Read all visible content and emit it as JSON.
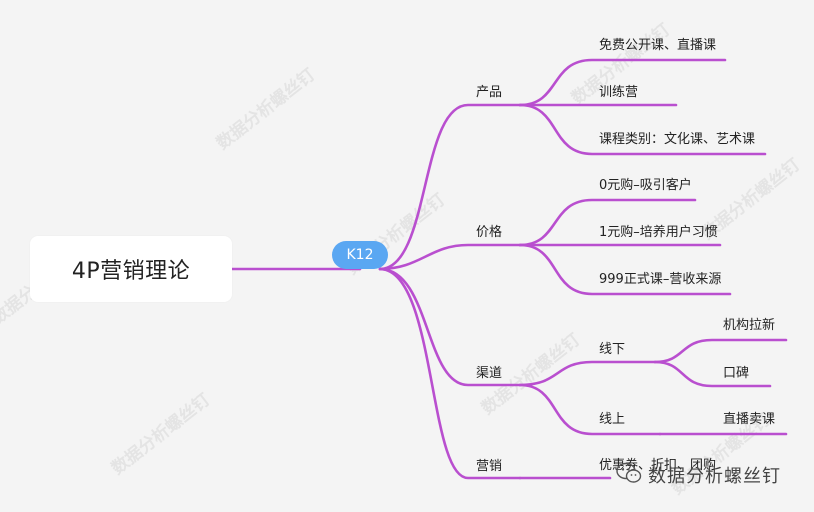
{
  "colors": {
    "background": "#f4f4f4",
    "branch_line": "#b94fcf",
    "hub_fill": "#5aa7f2",
    "root_fill": "#ffffff"
  },
  "root": {
    "label": "4P营销理论"
  },
  "hub": {
    "label": "K12"
  },
  "branches": {
    "product": {
      "label": "产品",
      "items": [
        "免费公开课、直播课",
        "训练营",
        "课程类别：文化课、艺术课"
      ]
    },
    "price": {
      "label": "价格",
      "items": [
        "0元购–吸引客户",
        "1元购–培养用户习惯",
        "999正式课–营收来源"
      ]
    },
    "channel": {
      "label": "渠道",
      "offline": {
        "label": "线下",
        "items": [
          "机构拉新",
          "口碑"
        ]
      },
      "online": {
        "label": "线上",
        "items": [
          "直播卖课"
        ]
      }
    },
    "marketing": {
      "label": "营销",
      "items": [
        "优惠券、折扣、团购"
      ]
    }
  },
  "watermark": {
    "text": "数据分析螺丝钉"
  },
  "brand": {
    "icon": "wechat-icon",
    "text": "数据分析螺丝钉"
  }
}
